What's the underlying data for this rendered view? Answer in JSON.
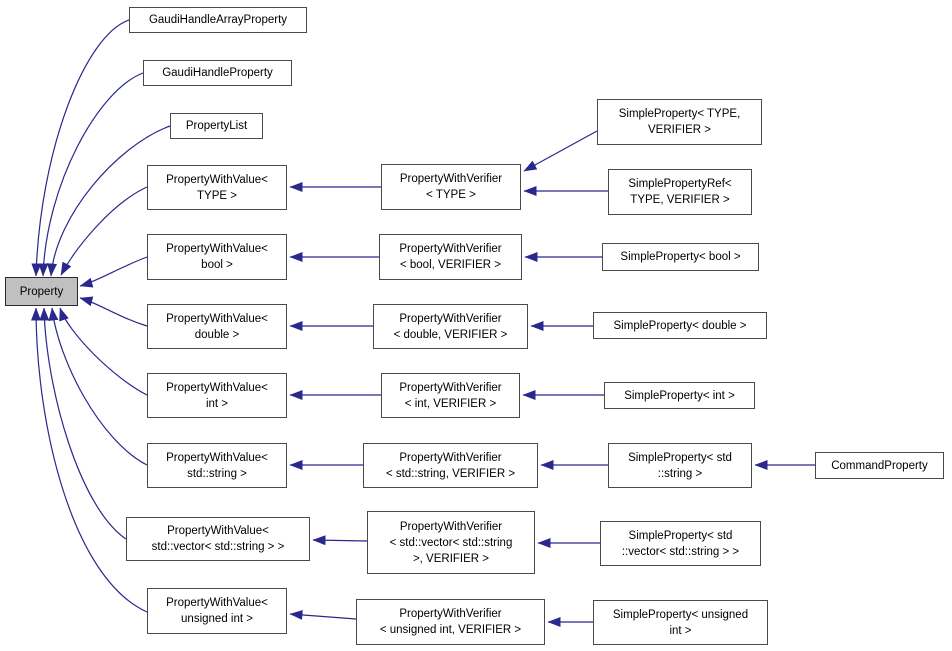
{
  "diagram": {
    "kind": "class-inheritance-graph",
    "colors": {
      "edge": "#28288d",
      "node_border": "#4a4a4a",
      "node_fill": "#ffffff",
      "root_fill": "#c0c0c0",
      "text": "#000000",
      "background": "#ffffff"
    },
    "nodes": {
      "property": {
        "label": "Property"
      },
      "gaudiHandleArrayProperty": {
        "label": "GaudiHandleArrayProperty"
      },
      "gaudiHandleProperty": {
        "label": "GaudiHandleProperty"
      },
      "propertyList": {
        "label": "PropertyList"
      },
      "pwvType": {
        "label": "PropertyWithValue<\nTYPE >"
      },
      "pwvBool": {
        "label": "PropertyWithValue<\nbool >"
      },
      "pwvDouble": {
        "label": "PropertyWithValue<\ndouble >"
      },
      "pwvInt": {
        "label": "PropertyWithValue<\nint >"
      },
      "pwvString": {
        "label": "PropertyWithValue<\nstd::string >"
      },
      "pwvVectorString": {
        "label": "PropertyWithValue<\nstd::vector< std::string > >"
      },
      "pwvUnsignedInt": {
        "label": "PropertyWithValue<\nunsigned int >"
      },
      "pwverType": {
        "label": "PropertyWithVerifier\n< TYPE >"
      },
      "pwverBool": {
        "label": "PropertyWithVerifier\n< bool, VERIFIER >"
      },
      "pwverDouble": {
        "label": "PropertyWithVerifier\n< double, VERIFIER >"
      },
      "pwverInt": {
        "label": "PropertyWithVerifier\n< int, VERIFIER >"
      },
      "pwverString": {
        "label": "PropertyWithVerifier\n< std::string, VERIFIER >"
      },
      "pwverVectorString": {
        "label": "PropertyWithVerifier\n< std::vector< std::string\n>, VERIFIER >"
      },
      "pwverUnsignedInt": {
        "label": "PropertyWithVerifier\n< unsigned int, VERIFIER >"
      },
      "spTypeVerifier": {
        "label": "SimpleProperty< TYPE,\nVERIFIER >"
      },
      "spRefTypeVerifier": {
        "label": "SimplePropertyRef<\nTYPE, VERIFIER >"
      },
      "spBool": {
        "label": "SimpleProperty< bool >"
      },
      "spDouble": {
        "label": "SimpleProperty< double >"
      },
      "spInt": {
        "label": "SimpleProperty< int >"
      },
      "spString": {
        "label": "SimpleProperty< std\n::string >"
      },
      "spVectorString": {
        "label": "SimpleProperty< std\n::vector< std::string > >"
      },
      "spUnsignedInt": {
        "label": "SimpleProperty< unsigned\nint >"
      },
      "commandProperty": {
        "label": "CommandProperty"
      }
    },
    "edges": [
      {
        "from": "gaudiHandleArrayProperty",
        "to": "property"
      },
      {
        "from": "gaudiHandleProperty",
        "to": "property"
      },
      {
        "from": "propertyList",
        "to": "property"
      },
      {
        "from": "pwvType",
        "to": "property"
      },
      {
        "from": "pwvBool",
        "to": "property"
      },
      {
        "from": "pwvDouble",
        "to": "property"
      },
      {
        "from": "pwvInt",
        "to": "property"
      },
      {
        "from": "pwvString",
        "to": "property"
      },
      {
        "from": "pwvVectorString",
        "to": "property"
      },
      {
        "from": "pwvUnsignedInt",
        "to": "property"
      },
      {
        "from": "pwverType",
        "to": "pwvType"
      },
      {
        "from": "pwverBool",
        "to": "pwvBool"
      },
      {
        "from": "pwverDouble",
        "to": "pwvDouble"
      },
      {
        "from": "pwverInt",
        "to": "pwvInt"
      },
      {
        "from": "pwverString",
        "to": "pwvString"
      },
      {
        "from": "pwverVectorString",
        "to": "pwvVectorString"
      },
      {
        "from": "pwverUnsignedInt",
        "to": "pwvUnsignedInt"
      },
      {
        "from": "spTypeVerifier",
        "to": "pwverType"
      },
      {
        "from": "spRefTypeVerifier",
        "to": "pwverType"
      },
      {
        "from": "spBool",
        "to": "pwverBool"
      },
      {
        "from": "spDouble",
        "to": "pwverDouble"
      },
      {
        "from": "spInt",
        "to": "pwverInt"
      },
      {
        "from": "spString",
        "to": "pwverString"
      },
      {
        "from": "spVectorString",
        "to": "pwverVectorString"
      },
      {
        "from": "spUnsignedInt",
        "to": "pwverUnsignedInt"
      },
      {
        "from": "commandProperty",
        "to": "spString"
      }
    ]
  }
}
